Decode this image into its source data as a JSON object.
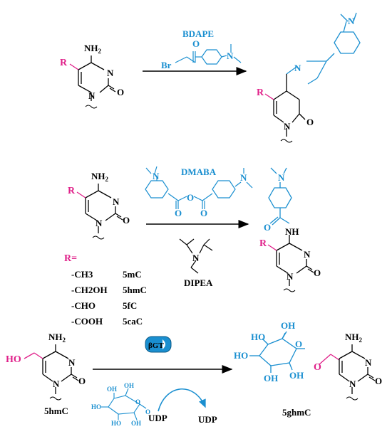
{
  "reaction1": {
    "reagent_name": "BDAPE",
    "atoms": {
      "NH2": "NH",
      "NH2_sub": "2",
      "N": "N",
      "O": "O",
      "R": "R",
      "Br": "Br"
    }
  },
  "reaction2": {
    "reagent_name": "DMABA",
    "base_name": "DIPEA",
    "NH": "NH",
    "r_heading": "R=",
    "r_groups": [
      {
        "group": "-CH3",
        "name": "5mC"
      },
      {
        "group": "-CH2OH",
        "name": "5hmC"
      },
      {
        "group": "-CHO",
        "name": "5fC"
      },
      {
        "group": "-COOH",
        "name": "5caC"
      }
    ]
  },
  "reaction3": {
    "enzyme": "βGT",
    "HO": "HO",
    "OH": "OH",
    "UDP": "UDP",
    "start_label": "5hmC",
    "product_label": "5ghmC"
  },
  "colors": {
    "magenta": "#e0218a",
    "blue": "#1a8fd0",
    "black": "#000000"
  }
}
